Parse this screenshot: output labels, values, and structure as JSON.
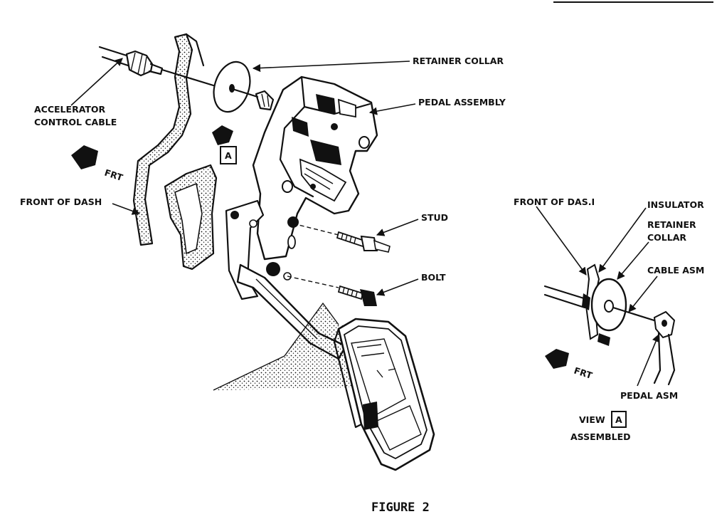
{
  "figure": {
    "caption": "FIGURE 2"
  },
  "main_view": {
    "labels": {
      "accelerator_line1": "ACCELERATOR",
      "accelerator_line2": "CONTROL CABLE",
      "retainer_collar": "RETAINER COLLAR",
      "pedal_assembly": "PEDAL ASSEMBLY",
      "front_of_dash": "FRONT OF DASH",
      "stud": "STUD",
      "bolt": "BOLT",
      "frt": "FRT",
      "view_marker": "A"
    }
  },
  "detail_view": {
    "labels": {
      "front_of_dash": "FRONT OF DAS.I",
      "insulator": "INSULATOR",
      "retainer_line1": "RETAINER",
      "retainer_line2": "COLLAR",
      "cable_asm": "CABLE ASM",
      "pedal_asm": "PEDAL ASM",
      "frt": "FRT",
      "view_word": "VIEW",
      "view_marker": "A",
      "assembled": "ASSEMBLED"
    }
  },
  "colors": {
    "ink": "#111111",
    "paper": "#ffffff"
  }
}
